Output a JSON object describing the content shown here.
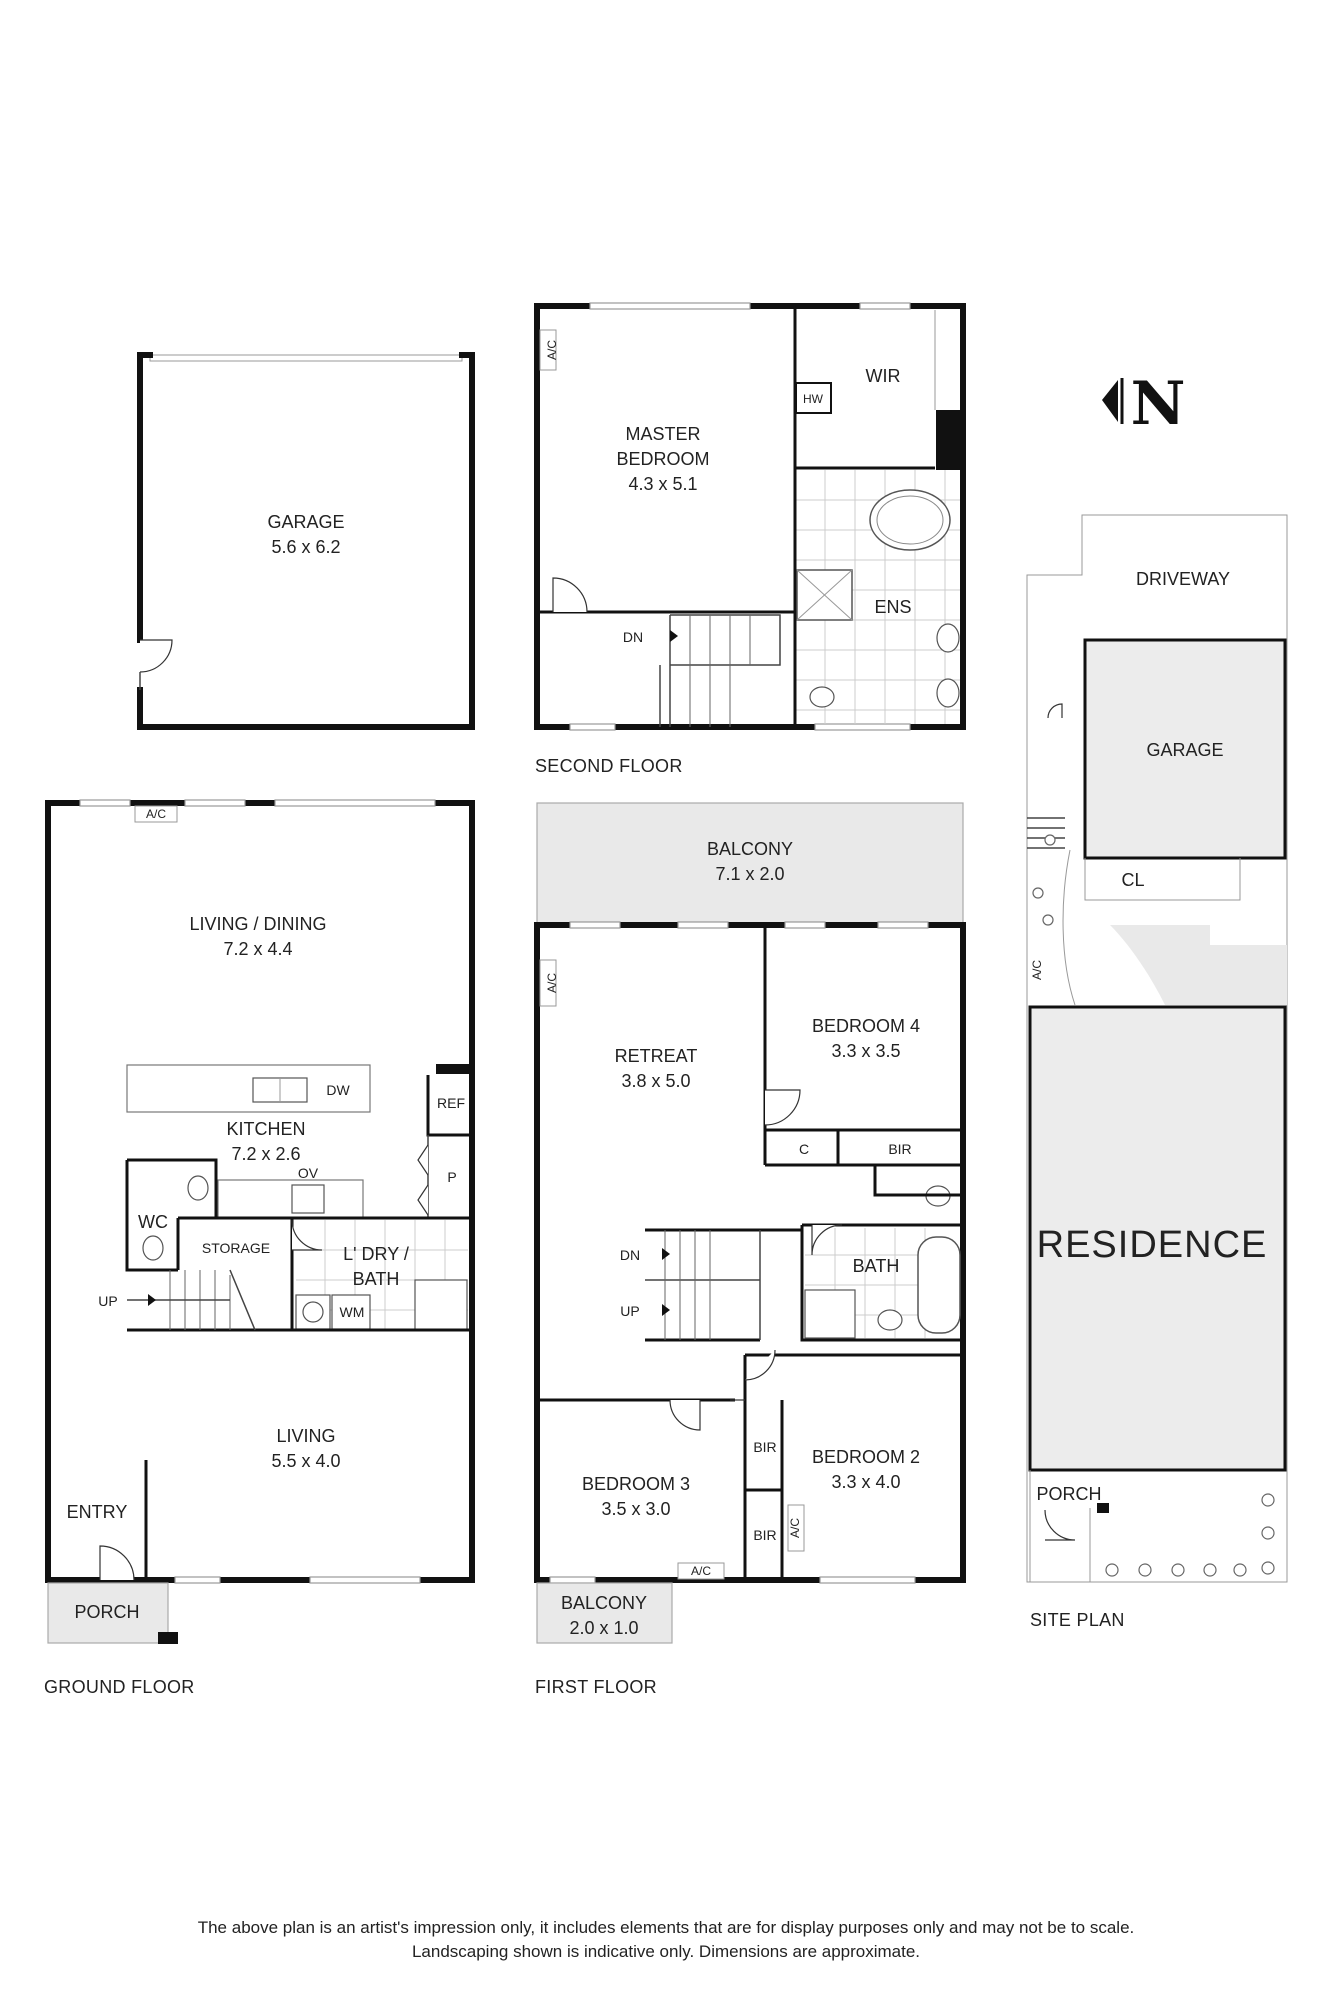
{
  "compass": {
    "letter": "N",
    "icon": "north-arrow-icon"
  },
  "garage_plan": {
    "name": "GARAGE",
    "dims": "5.6 x 6.2"
  },
  "second_floor": {
    "title": "SECOND FLOOR",
    "master_bedroom": {
      "line1": "MASTER",
      "line2": "BEDROOM",
      "dims": "4.3 x 5.1"
    },
    "wir": "WIR",
    "hw": "HW",
    "ens": "ENS",
    "dn": "DN",
    "ac": "A/C"
  },
  "ground_floor": {
    "title": "GROUND FLOOR",
    "living_dining": {
      "name": "LIVING / DINING",
      "dims": "7.2 x 4.4"
    },
    "kitchen": {
      "name": "KITCHEN",
      "dims": "7.2 x 2.6"
    },
    "dw": "DW",
    "ref": "REF",
    "p": "P",
    "ov": "OV",
    "wc": "WC",
    "storage": "STORAGE",
    "ldry": {
      "line1": "L' DRY /",
      "line2": "BATH"
    },
    "wm": "WM",
    "up": "UP",
    "living": {
      "name": "LIVING",
      "dims": "5.5 x 4.0"
    },
    "entry": "ENTRY",
    "porch": "PORCH",
    "ac": "A/C"
  },
  "first_floor": {
    "title": "FIRST FLOOR",
    "balcony_top": {
      "name": "BALCONY",
      "dims": "7.1 x 2.0"
    },
    "retreat": {
      "name": "RETREAT",
      "dims": "3.8 x 5.0"
    },
    "bedroom4": {
      "name": "BEDROOM 4",
      "dims": "3.3 x 3.5"
    },
    "c": "C",
    "bir": "BIR",
    "bath": "BATH",
    "dn": "DN",
    "up": "UP",
    "bedroom3": {
      "name": "BEDROOM 3",
      "dims": "3.5 x 3.0"
    },
    "bedroom2": {
      "name": "BEDROOM 2",
      "dims": "3.3 x 4.0"
    },
    "balcony_small": {
      "name": "BALCONY",
      "dims": "2.0 x 1.0"
    },
    "ac": "A/C"
  },
  "site_plan": {
    "title": "SITE PLAN",
    "driveway": "DRIVEWAY",
    "garage": "GARAGE",
    "cl": "CL",
    "ac": "A/C",
    "residence": "RESIDENCE",
    "porch": "PORCH"
  },
  "disclaimer": {
    "line1": "The above plan is an artist's impression only, it includes elements that are for display purposes only and may not be to scale.",
    "line2": "Landscaping shown is indicative only. Dimensions are approximate."
  }
}
